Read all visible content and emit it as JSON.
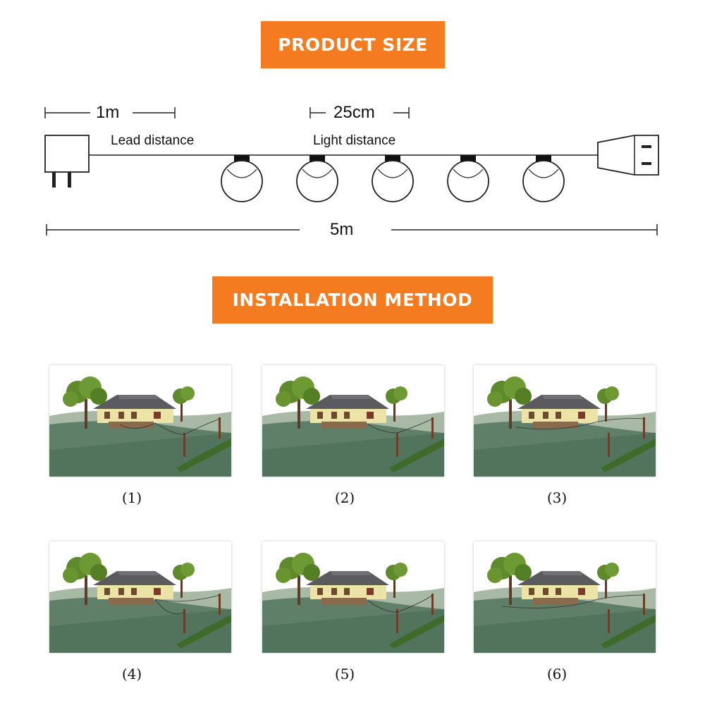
{
  "product_size": {
    "title": "PRODUCT SIZE",
    "lead_length": "1m",
    "lead_label": "Lead distance",
    "spacing_length": "25cm",
    "spacing_label": "Light distance",
    "total_length": "5m"
  },
  "installation": {
    "title": "INSTALLATION METHOD",
    "captions": [
      "(1)",
      "(2)",
      "(3)",
      "(4)",
      "(5)",
      "(6)"
    ]
  },
  "colors": {
    "accent": "#f47b20",
    "grass": "#5f7f68",
    "tree": "#5f8a2c",
    "roof": "#5b5b5f",
    "house_wall": "#ece3a6"
  }
}
